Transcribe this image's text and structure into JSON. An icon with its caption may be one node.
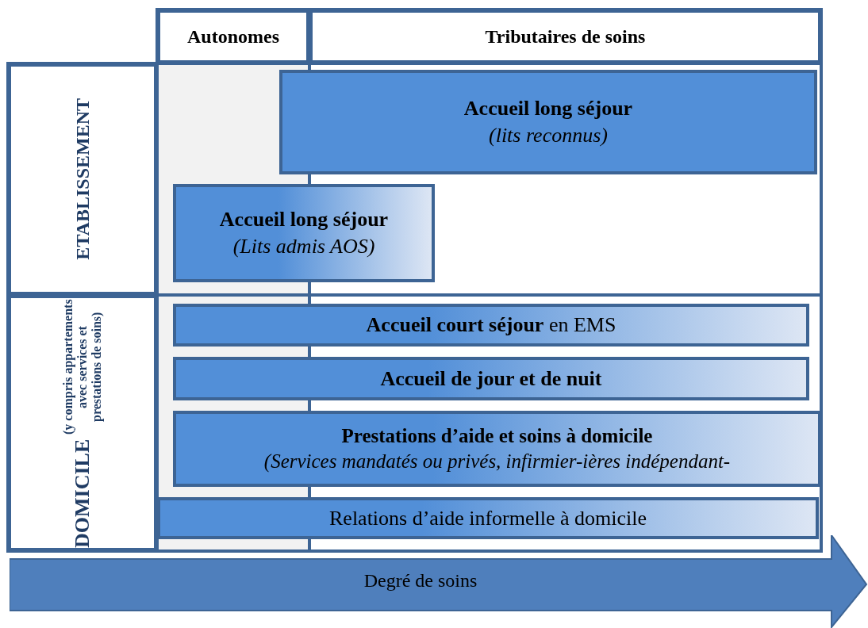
{
  "diagram": {
    "nodes": [
      {
        "text": [
          "Autonomes"
        ]
      },
      {
        "text": [
          "Tributaires de soins"
        ]
      },
      {
        "text": [
          "ETABLISSEMENT"
        ]
      },
      {
        "text": [
          "Accueil long séjour",
          "(lits reconnus)"
        ]
      },
      {
        "text": [
          "Accueil long séjour",
          "(Lits admis AOS)"
        ]
      },
      {
        "text": [
          "DOMICILE",
          "(y compris appartements avec services et prestations de soins)"
        ]
      },
      {
        "text": [
          "**Accueil court séjour** en EMS"
        ]
      },
      {
        "text": [
          "Accueil de jour et de nuit"
        ]
      },
      {
        "text": [
          "Prestations d’aide et soins à domicile",
          "(Services mandatés ou privés, infirmier-ières indépendant-"
        ]
      },
      {
        "text": [
          "Relations d’aide informelle à domicile"
        ]
      },
      {
        "text": [
          "Degré de soins"
        ]
      }
    ],
    "edges": []
  }
}
